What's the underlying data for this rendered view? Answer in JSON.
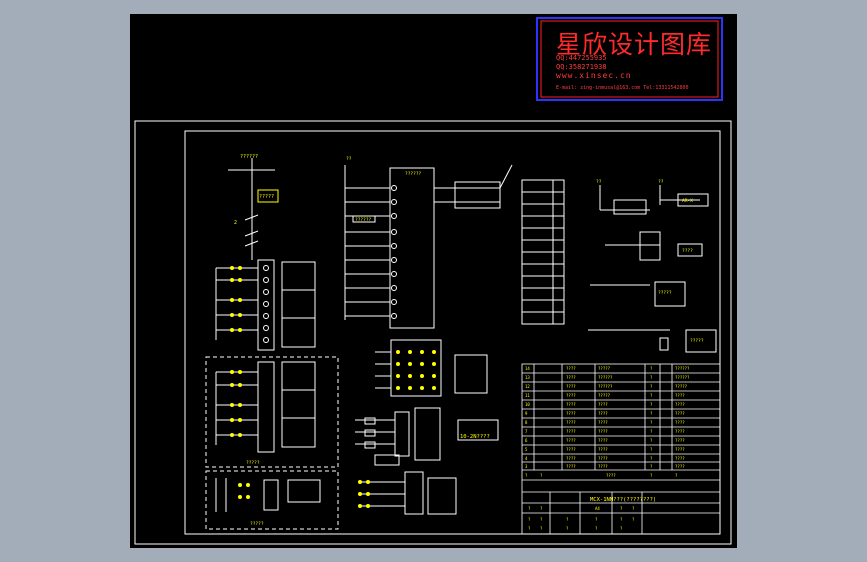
{
  "watermark": {
    "title": "星欣设计图库",
    "qq1": "QQ:447255935",
    "qq2": "QQ:358271938",
    "website": "www.xinsec.cn",
    "email": "E-mail: zing-inmusal@163.com   Tel:13311542800"
  },
  "drawing": {
    "title_block": "MCX-1NM???(????????)",
    "plate_2nd": "10-2N????",
    "meter_label": "AR-X",
    "colors": {
      "page": "#a3acb9",
      "sheet": "#000000",
      "frame": "#ffffff",
      "line": "#ffffff",
      "text": "#ffff00",
      "accent_red": "#ff2a2a",
      "accent_blue": "#2f2fff",
      "accent_green": "#44ff44"
    }
  }
}
